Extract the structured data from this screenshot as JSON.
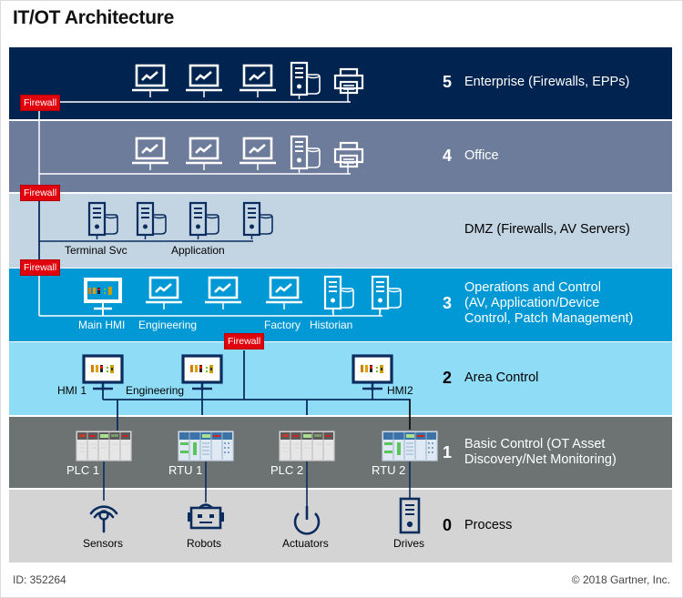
{
  "title": "IT/OT Architecture",
  "bands": [
    {
      "level": "5",
      "label": "Enterprise (Firewalls, EPPs)",
      "bg": "#00244f",
      "text_color": "#ffffff"
    },
    {
      "level": "4",
      "label": "Office",
      "bg": "#6e7c9c",
      "text_color": "#ffffff"
    },
    {
      "level": "",
      "label": "DMZ (Firewalls, AV Servers)",
      "bg": "#c3d4e3",
      "text_color": "#000000"
    },
    {
      "level": "3",
      "label": "Operations and Control (AV, Application/Device Control, Patch Management)",
      "label_lines": [
        "Operations and Control",
        "(AV, Application/Device",
        "Control, Patch Management)"
      ],
      "bg": "#0099d6",
      "text_color": "#ffffff"
    },
    {
      "level": "2",
      "label": "Area Control",
      "bg": "#8fdcf7",
      "text_color": "#000000"
    },
    {
      "level": "1",
      "label": "Basic Control (OT Asset Discovery/Net Monitoring)",
      "label_lines": [
        "Basic Control (OT Asset",
        "Discovery/Net Monitoring)"
      ],
      "bg": "#6d7373",
      "text_color": "#ffffff"
    },
    {
      "level": "0",
      "label": "Process",
      "bg": "#d4d4d4",
      "text_color": "#000000"
    }
  ],
  "firewall_label": "Firewall",
  "dmz_devices": [
    "Terminal Svc",
    "Application"
  ],
  "ops_devices": [
    "Main HMI",
    "Engineering",
    "Factory",
    "Historian"
  ],
  "area_devices": [
    "HMI 1",
    "Engineering",
    "HMI2"
  ],
  "basic_devices": [
    "PLC 1",
    "RTU 1",
    "PLC 2",
    "RTU 2"
  ],
  "process_devices": [
    "Sensors",
    "Robots",
    "Actuators",
    "Drives"
  ],
  "icons": {
    "workstation": "monitor-chart-icon",
    "server": "server-database-icon",
    "printer": "printer-icon",
    "hmi": "hmi-panel-icon",
    "plc": "plc-rack-icon",
    "rtu": "rtu-rack-icon",
    "sensor": "wireless-sensor-icon",
    "robot": "robot-icon",
    "actuator": "power-icon",
    "drive": "drive-tower-icon"
  },
  "colors": {
    "firewall": "#e0020c",
    "navy": "#0a2c5e"
  },
  "footer": {
    "id": "ID: 352264",
    "copyright": "© 2018 Gartner, Inc."
  }
}
